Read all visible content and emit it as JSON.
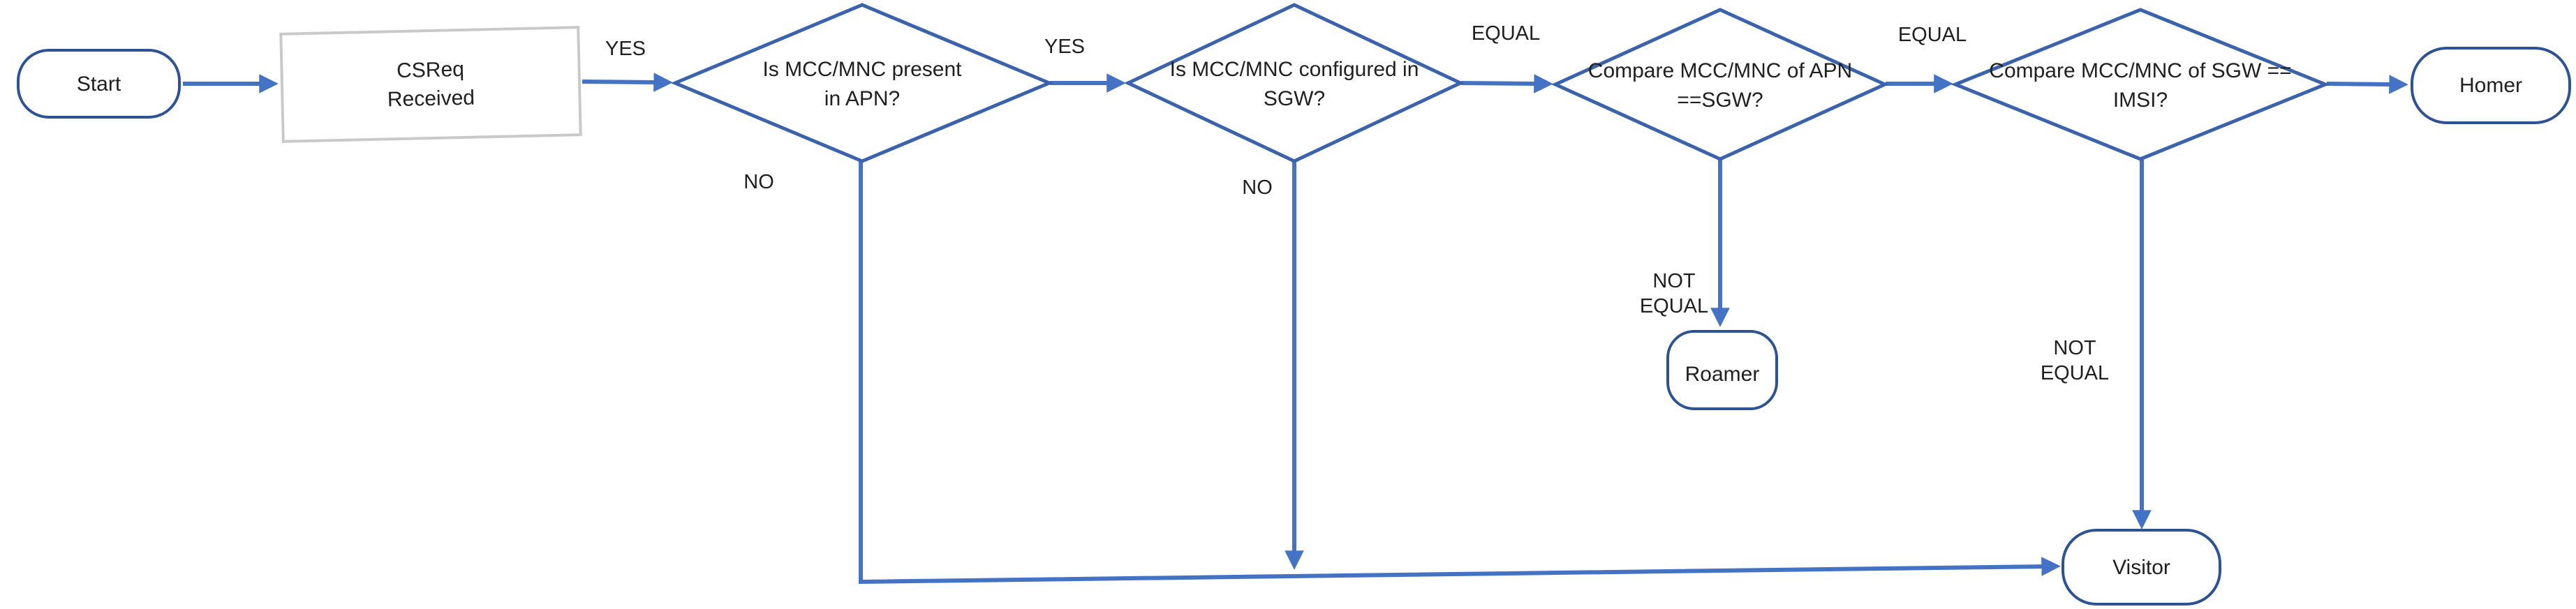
{
  "diagram": {
    "type": "flowchart",
    "background": "#ffffff",
    "colors": {
      "arrow": "#4472C4",
      "decision_border": "#3A62AD",
      "terminal_border": "#2E5395",
      "process_border": "#C9C9C9",
      "text": "#202020"
    },
    "nodes": {
      "start": {
        "label": "Start",
        "shape": "terminal"
      },
      "csreq": {
        "label": "CSReq\nReceived",
        "shape": "process"
      },
      "d1": {
        "label": "Is MCC/MNC present\nin APN?",
        "shape": "decision"
      },
      "d2": {
        "label": "Is MCC/MNC configured in\nSGW?",
        "shape": "decision"
      },
      "d3": {
        "label": "Compare MCC/MNC of  APN\n==SGW?",
        "shape": "decision"
      },
      "d4": {
        "label": "Compare MCC/MNC of  SGW ==\nIMSI?",
        "shape": "decision"
      },
      "homer": {
        "label": "Homer",
        "shape": "terminal"
      },
      "roamer": {
        "label": "Roamer",
        "shape": "terminal"
      },
      "visitor": {
        "label": "Visitor",
        "shape": "terminal"
      }
    },
    "edges": [
      {
        "from": "start",
        "to": "csreq",
        "label": ""
      },
      {
        "from": "csreq",
        "to": "d1",
        "label": "YES"
      },
      {
        "from": "d1",
        "to": "d2",
        "label": "YES"
      },
      {
        "from": "d2",
        "to": "d3",
        "label": "EQUAL"
      },
      {
        "from": "d3",
        "to": "d4",
        "label": "EQUAL"
      },
      {
        "from": "d4",
        "to": "homer",
        "label": ""
      },
      {
        "from": "d1",
        "to": "visitor",
        "label": "NO"
      },
      {
        "from": "d2",
        "to": "visitor",
        "label": "NO"
      },
      {
        "from": "d3",
        "to": "roamer",
        "label": "NOT\nEQUAL"
      },
      {
        "from": "d4",
        "to": "visitor",
        "label": "NOT\nEQUAL"
      }
    ]
  }
}
